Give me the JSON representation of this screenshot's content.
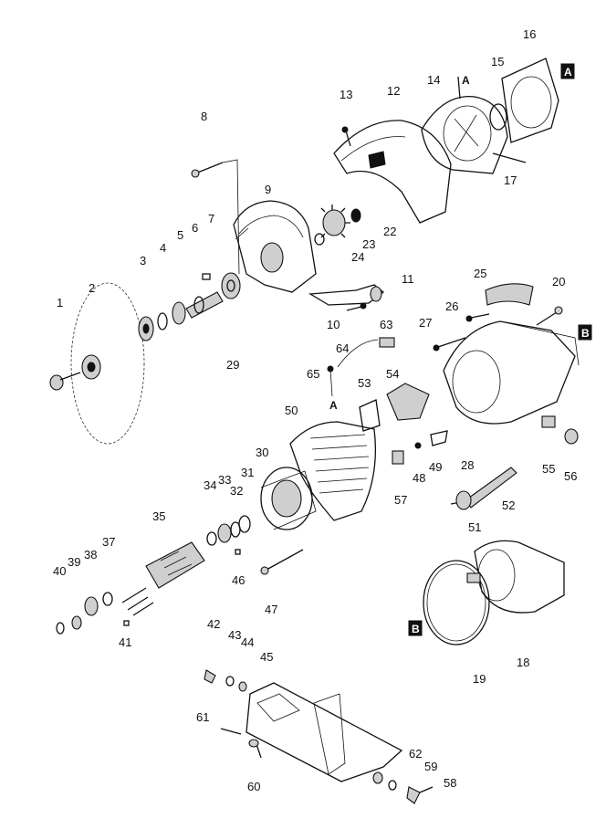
{
  "diagram": {
    "part_numbers": [
      "1",
      "2",
      "3",
      "4",
      "5",
      "6",
      "7",
      "8",
      "9",
      "10",
      "11",
      "12",
      "13",
      "14",
      "15",
      "16",
      "17",
      "18",
      "19",
      "20",
      "22",
      "23",
      "24",
      "25",
      "26",
      "27",
      "28",
      "29",
      "30",
      "31",
      "32",
      "33",
      "34",
      "35",
      "37",
      "38",
      "39",
      "40",
      "41",
      "42",
      "43",
      "44",
      "45",
      "46",
      "47",
      "48",
      "49",
      "50",
      "51",
      "52",
      "53",
      "54",
      "55",
      "56",
      "57",
      "58",
      "59",
      "60",
      "61",
      "62",
      "63",
      "64",
      "65"
    ],
    "callout_labels": [
      "A",
      "A",
      "A",
      "B",
      "B"
    ]
  }
}
